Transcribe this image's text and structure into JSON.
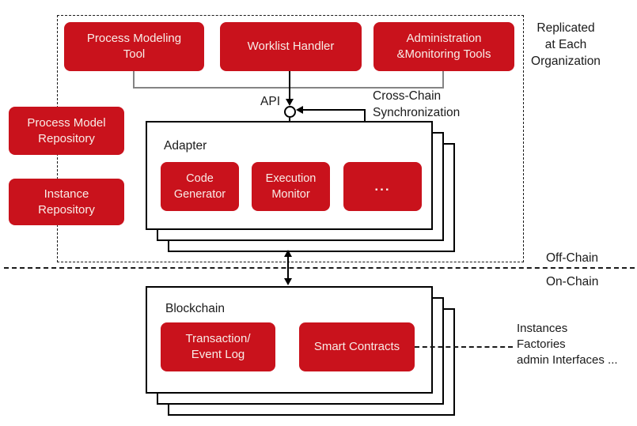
{
  "colors": {
    "box_red": "#C9121C",
    "box_text": "#F8ECE7",
    "gray_connector": "#848484",
    "line_black": "#000000"
  },
  "top_group": {
    "boxes": [
      {
        "lines": [
          "Process Modeling",
          "Tool"
        ]
      },
      {
        "lines": [
          "Worklist Handler"
        ]
      },
      {
        "lines": [
          "Administration",
          "&Monitoring Tools"
        ]
      }
    ],
    "caption": {
      "lines": [
        "Replicated",
        "at Each",
        "Organization"
      ]
    }
  },
  "left_group": {
    "boxes": [
      {
        "lines": [
          "Process Model",
          "Repository"
        ]
      },
      {
        "lines": [
          "Instance",
          "Repository"
        ]
      }
    ]
  },
  "api": {
    "label": "API"
  },
  "cross_chain": {
    "lines": [
      "Cross-Chain",
      "Synchronization"
    ]
  },
  "adapter": {
    "title": "Adapter",
    "boxes": [
      {
        "lines": [
          "Code",
          "Generator"
        ]
      },
      {
        "lines": [
          "Execution",
          "Monitor"
        ]
      },
      {
        "lines": [
          "..."
        ]
      }
    ]
  },
  "chain_labels": {
    "off": "Off-Chain",
    "on": "On-Chain"
  },
  "blockchain": {
    "title": "Blockchain",
    "boxes": [
      {
        "lines": [
          "Transaction/",
          "Event Log"
        ]
      },
      {
        "lines": [
          "Smart Contracts"
        ]
      }
    ]
  },
  "right_note": {
    "lines": [
      "Instances",
      "Factories",
      "admin Interfaces ..."
    ]
  }
}
